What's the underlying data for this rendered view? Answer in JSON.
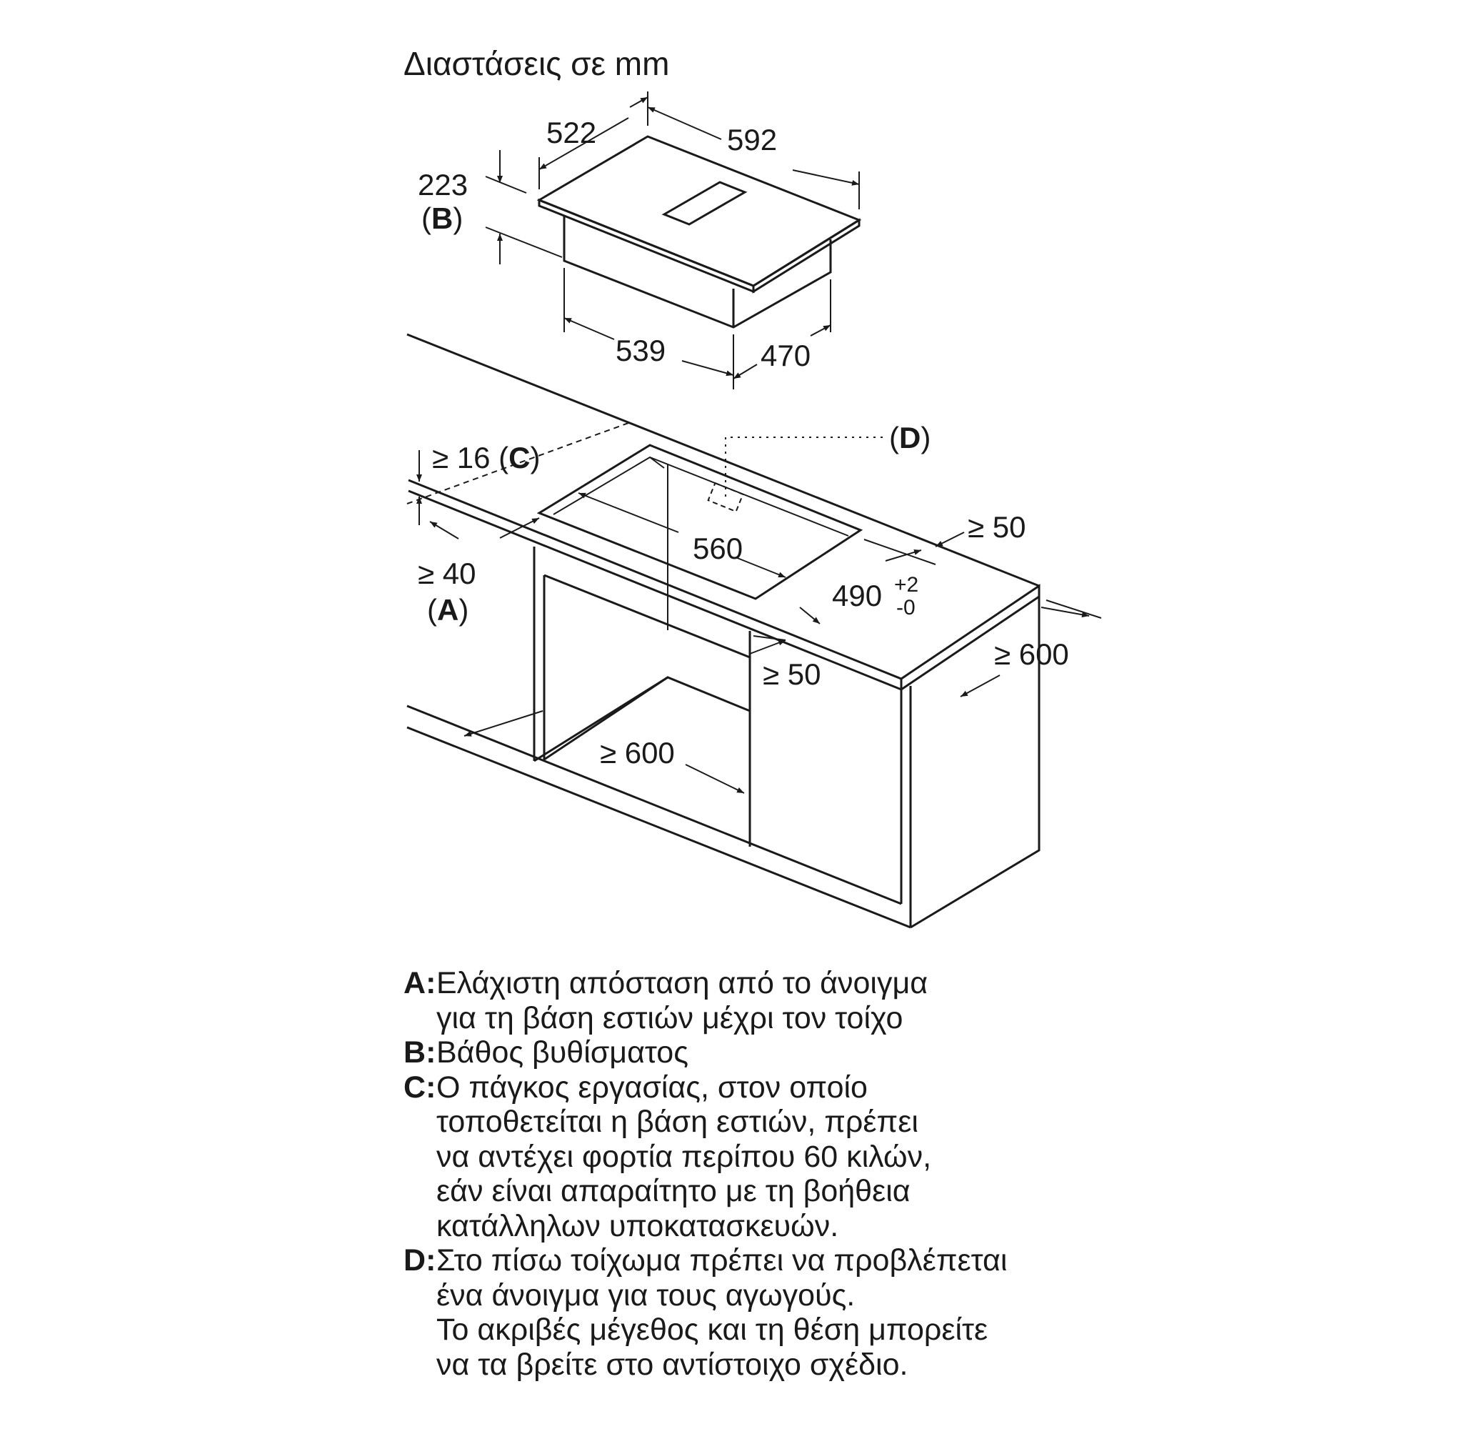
{
  "title": "Διαστάσεις σε mm",
  "hob": {
    "depth": "522",
    "width": "592",
    "height": "223",
    "height_label": "B",
    "body_width": "539",
    "body_depth": "470"
  },
  "cutout": {
    "counter_thickness": "≥ 16",
    "counter_label": "C",
    "front_distance": "≥ 40",
    "front_label": "A",
    "width": "560",
    "depth_value": "490",
    "depth_tol_plus": "+2",
    "depth_tol_minus": "-0",
    "back_distance": "≥ 50",
    "side_distance": "≥ 50",
    "counter_depth": "≥ 600",
    "cabinet_width": "≥ 600",
    "duct_label": "D"
  },
  "legend": [
    {
      "key": "A",
      "lines": [
        "Ελάχιστη απόσταση από το άνοιγμα",
        "για τη βάση εστιών μέχρι τον τοίχο"
      ]
    },
    {
      "key": "B",
      "lines": [
        "Βάθος βυθίσματος"
      ]
    },
    {
      "key": "C",
      "lines": [
        "Ο πάγκος εργασίας, στον οποίο",
        "τοποθετείται η βάση εστιών, πρέπει",
        "να αντέχει φορτία περίπου 60 κιλών,",
        "εάν είναι απαραίτητο με τη βοήθεια",
        "κατάλληλων υποκατασκευών."
      ]
    },
    {
      "key": "D",
      "lines": [
        "Στο πίσω τοίχωμα πρέπει να προβλέπεται",
        "ένα άνοιγμα για τους αγωγούς.",
        "Το ακριβές μέγεθος και τη θέση μπορείτε",
        "να τα βρείτε στο αντίστοιχο σχέδιο."
      ]
    }
  ]
}
